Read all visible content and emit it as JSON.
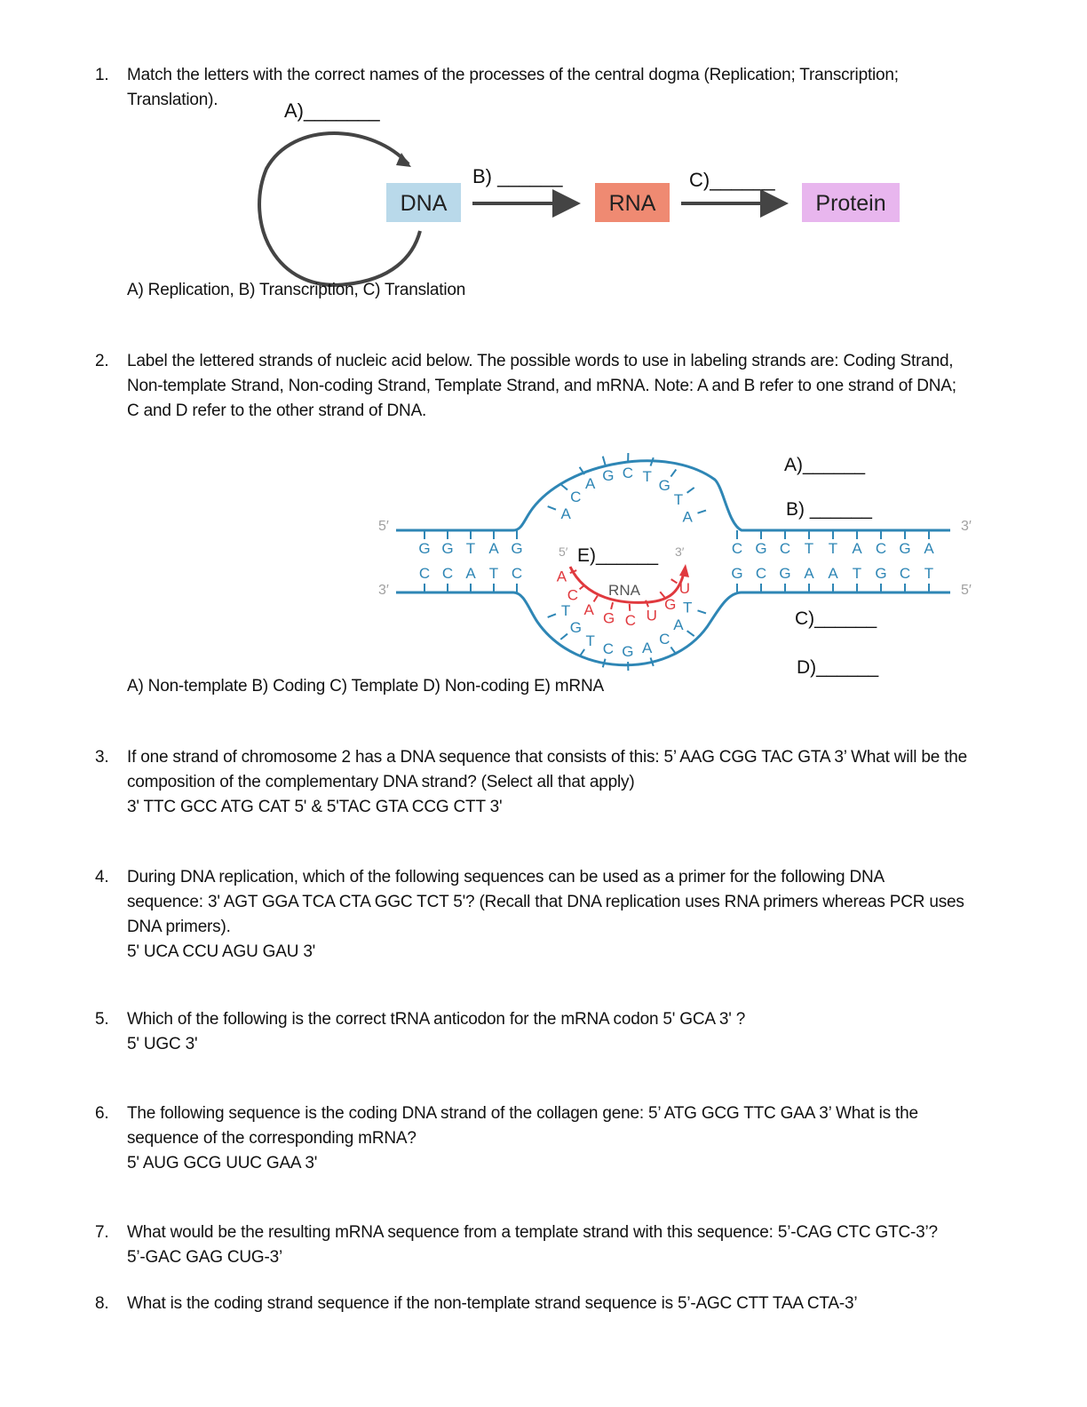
{
  "questions": [
    {
      "number": "1.",
      "lines": [
        "Match the letters with the correct names of the processes of the central dogma (Replication; Transcription;",
        "Translation)."
      ],
      "answer": "A) Replication, B) Transcription, C) Translation"
    },
    {
      "number": "2.",
      "lines": [
        "Label the lettered strands of nucleic acid below. The possible words to use in labeling strands are: Coding Strand,",
        "Non-template Strand, Non-coding Strand, Template Strand, and mRNA. Note: A and B refer to one strand of DNA;",
        "C and D refer to the other strand of DNA."
      ],
      "answer": "A)   Non-template B) Coding C) Template D) Non-coding E) mRNA"
    },
    {
      "number": "3.",
      "lines": [
        "If one strand of chromosome 2 has a DNA sequence that consists of this: 5’ AAG CGG TAC GTA 3’ What will be the",
        "composition of the complementary DNA strand? (Select all that apply)"
      ],
      "answer": "3' TTC GCC ATG CAT 5' & 5'TAC GTA CCG CTT 3'"
    },
    {
      "number": "4.",
      "lines": [
        "During DNA replication, which of the following sequences can be used as a primer for the following DNA",
        "sequence: 3' AGT GGA TCA CTA GGC TCT 5'? (Recall that DNA replication uses RNA primers whereas PCR uses",
        "DNA primers)."
      ],
      "answer": "5' UCA CCU AGU GAU 3'"
    },
    {
      "number": "5.",
      "lines": [
        "Which of the following is the correct tRNA anticodon for the mRNA codon 5' GCA 3' ?"
      ],
      "answer": "5' UGC 3'"
    },
    {
      "number": "6.",
      "lines": [
        "The following sequence is the coding DNA strand of the collagen gene: 5’ ATG GCG TTC GAA 3’ What is the",
        "sequence of the corresponding mRNA?"
      ],
      "answer": "5' AUG GCG UUC GAA 3'"
    },
    {
      "number": "7.",
      "lines": [
        "What would be the resulting mRNA sequence from a template strand with this sequence: 5’-CAG CTC GTC-3’?"
      ],
      "answer": "5’-GAC GAG CUG-3’"
    },
    {
      "number": "8.",
      "lines": [
        "What is the coding strand sequence if the non-template strand sequence is 5’-AGC CTT TAA CTA-3’"
      ],
      "answer": ""
    }
  ],
  "dogma_figure": {
    "blank_a": "A)_______",
    "blank_b": "B) ______",
    "blank_c": "C)______",
    "box_dna": "DNA",
    "box_rna": "RNA",
    "box_protein": "Protein",
    "colors": {
      "dna": "#b9d9ea",
      "rna": "#ef8a72",
      "protein": "#e8b6ee",
      "arrow": "#444444"
    }
  },
  "strand_figure": {
    "left_top_end": "5′",
    "left_bottom_end": "3′",
    "right_top_end": "3′",
    "right_bottom_end": "5′",
    "left_top_bases": [
      "G",
      "G",
      "T",
      "A",
      "G"
    ],
    "left_bottom_bases": [
      "C",
      "C",
      "A",
      "T",
      "C"
    ],
    "right_top_bases": [
      "C",
      "G",
      "C",
      "T",
      "T",
      "A",
      "C",
      "G",
      "A"
    ],
    "right_bottom_bases": [
      "G",
      "C",
      "G",
      "A",
      "A",
      "T",
      "G",
      "C",
      "T"
    ],
    "bubble_top_bases": [
      "A",
      "C",
      "A",
      "G",
      "C",
      "T",
      "G",
      "T",
      "A"
    ],
    "bubble_bottom_bases": [
      "T",
      "G",
      "T",
      "C",
      "G",
      "A",
      "C",
      "A",
      "T"
    ],
    "rna_bases": [
      "A",
      "C",
      "A",
      "G",
      "C",
      "U",
      "G",
      "U"
    ],
    "rna_label": "RNA",
    "rna_5_end": "5′",
    "rna_3_end": "3′",
    "blank_a": "A)______",
    "blank_b": "B) ______",
    "blank_c": "C)______",
    "blank_d": "D)______",
    "blank_e": "E)______",
    "colors": {
      "dna": "#2e86b5",
      "rna": "#e0393e",
      "end_label": "#a0a0a0"
    }
  }
}
